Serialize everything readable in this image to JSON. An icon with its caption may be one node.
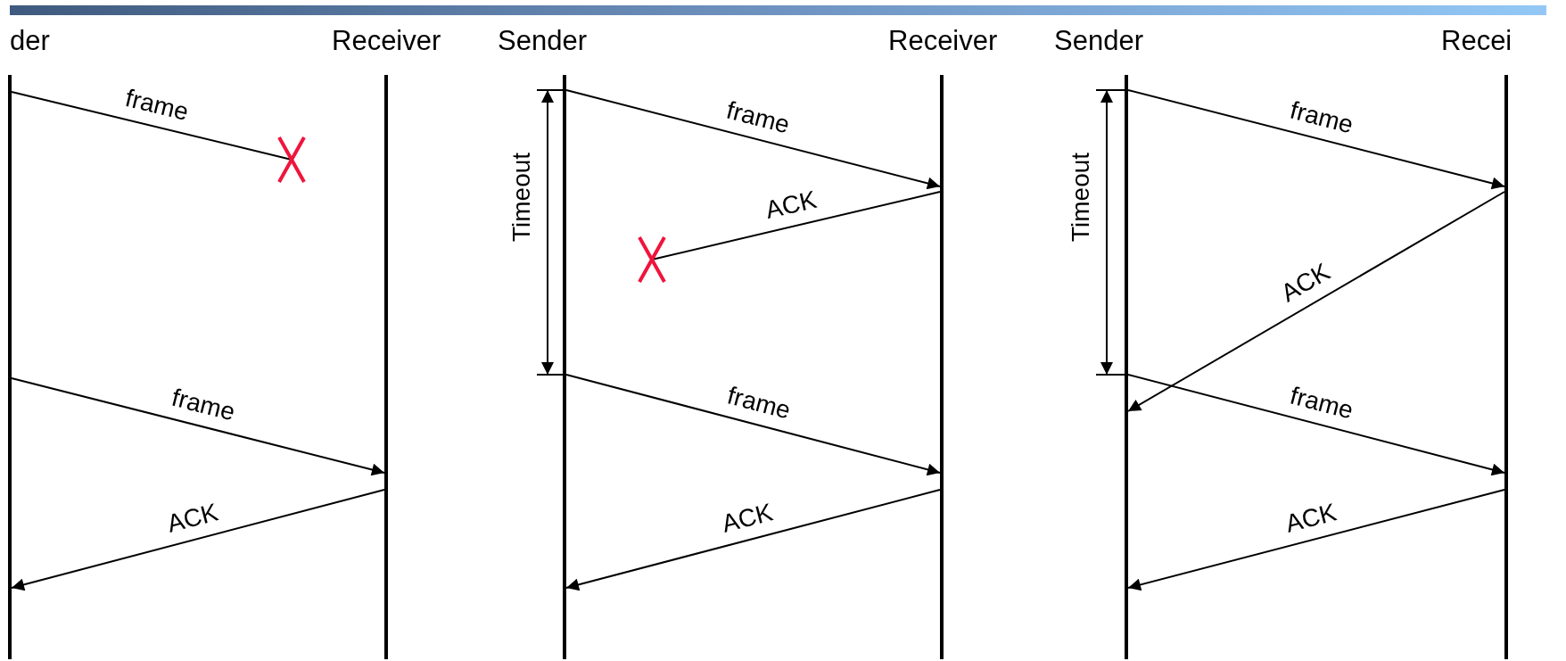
{
  "diagram": {
    "nodes": [
      {
        "text": [
          "der"
        ]
      },
      {
        "text": [
          "Receiver"
        ]
      },
      {
        "text": [
          "Sender"
        ]
      },
      {
        "text": [
          "Receiver"
        ]
      },
      {
        "text": [
          "Sender"
        ]
      },
      {
        "text": [
          "Recei"
        ]
      },
      {
        "text": [],
        "shape": "cross"
      },
      {
        "text": [],
        "shape": "cross"
      }
    ],
    "edges": [
      {
        "from": 0,
        "to": 6,
        "arrow": "none",
        "label": "frame"
      },
      {
        "from": 0,
        "to": 1,
        "arrow": "to",
        "label": "frame"
      },
      {
        "from": 1,
        "to": 0,
        "arrow": "to",
        "label": "ACK"
      },
      {
        "from": 2,
        "to": 3,
        "arrow": "to",
        "label": "frame"
      },
      {
        "from": 3,
        "to": 7,
        "arrow": "none",
        "label": "ACK"
      },
      {
        "from": 2,
        "to": 3,
        "arrow": "to",
        "label": "frame"
      },
      {
        "from": 3,
        "to": 2,
        "arrow": "to",
        "label": "ACK"
      },
      {
        "from": 4,
        "to": 5,
        "arrow": "to",
        "label": "frame"
      },
      {
        "from": 5,
        "to": 4,
        "arrow": "to",
        "label": "ACK"
      },
      {
        "from": 4,
        "to": 5,
        "arrow": "to",
        "label": "frame"
      },
      {
        "from": 5,
        "to": 4,
        "arrow": "to",
        "label": "ACK"
      }
    ],
    "labels": [
      "Timeout",
      "Timeout"
    ]
  }
}
